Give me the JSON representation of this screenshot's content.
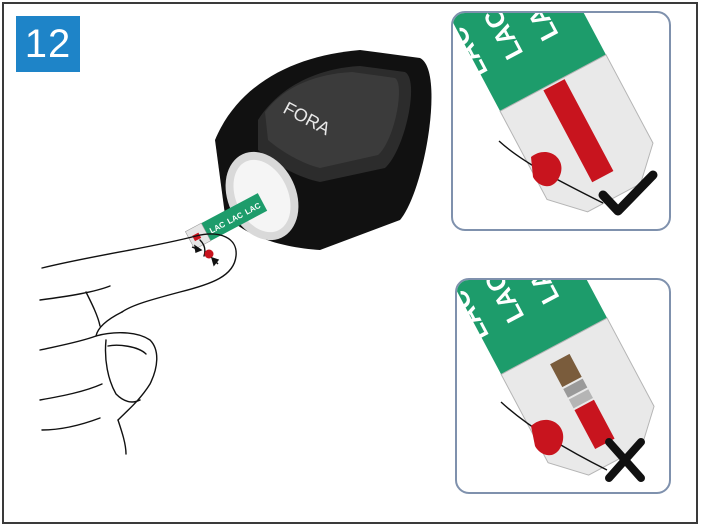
{
  "step": {
    "number": "12"
  },
  "meter": {
    "brand": "FORA"
  },
  "strip": {
    "label": "LAC"
  },
  "panels": [
    {
      "id": "correct",
      "strip_label": "LAC",
      "result": "check-mark-icon"
    },
    {
      "id": "incorrect",
      "strip_label": "LAC",
      "result": "cross-mark-icon"
    }
  ],
  "colors": {
    "badge": "#1e84c8",
    "strip_green": "#1d9c6b",
    "blood": "#c8141e",
    "panel_border": "#7f91ad"
  }
}
